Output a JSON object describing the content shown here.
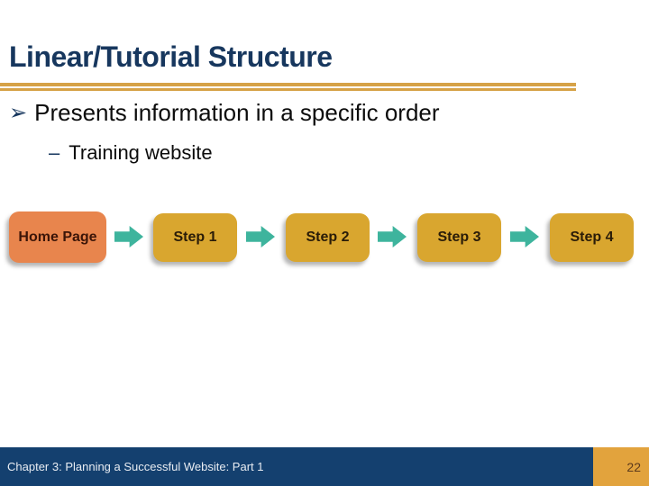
{
  "slide": {
    "title": "Linear/Tutorial Structure",
    "bullet": {
      "icon": "➢",
      "text": "Presents information in a specific order"
    },
    "sub_bullet": {
      "dash": "–",
      "text": "Training website"
    },
    "flowchart": {
      "nodes": [
        {
          "label": "Home Page",
          "type": "home"
        },
        {
          "label": "Step 1",
          "type": "step"
        },
        {
          "label": "Step 2",
          "type": "step"
        },
        {
          "label": "Step 3",
          "type": "step"
        },
        {
          "label": "Step 4",
          "type": "step"
        }
      ],
      "connector": "right-block-arrow"
    },
    "footer": {
      "text": "Chapter 3: Planning a Successful Website: Part 1",
      "page_number": "22"
    },
    "colors": {
      "title_navy": "#17375E",
      "separator_gold": "#D6A247",
      "home_box_orange": "#E8854D",
      "step_box_gold": "#D9A62F",
      "arrow_teal": "#3EB49D",
      "footer_navy": "#14406F",
      "footer_gold": "#E2A33D",
      "footer_text": "#E8ECF2",
      "page_number_text": "#5C3A1C"
    }
  }
}
